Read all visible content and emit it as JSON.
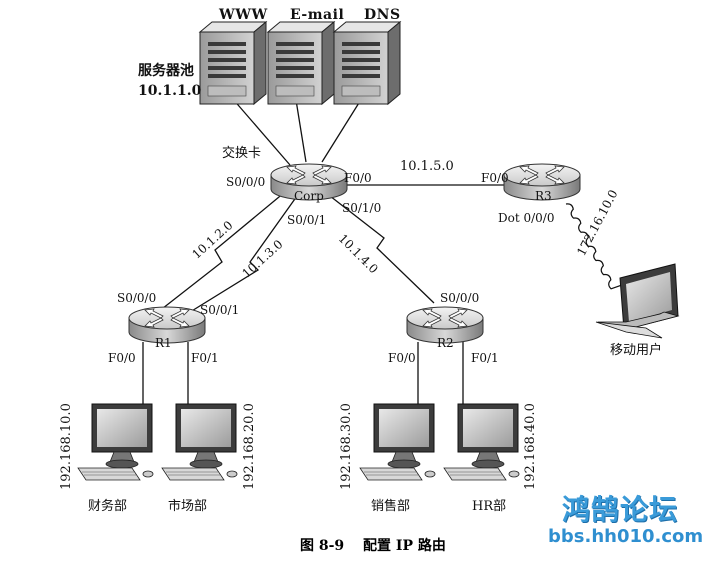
{
  "servers": {
    "names": [
      "WWW",
      "E-mail",
      "DNS"
    ],
    "pool_label": "服务器池",
    "pool_network": "10.1.1.0"
  },
  "switch_label": "交换卡",
  "routers": {
    "corp": {
      "name": "Corp",
      "ports": {
        "s000": "S0/0/0",
        "s001": "S0/0/1",
        "s010": "S0/1/0",
        "f00": "F0/0"
      }
    },
    "r1": {
      "name": "R1",
      "ports": {
        "s000": "S0/0/0",
        "s001": "S0/0/1",
        "f00": "F0/0",
        "f01": "F0/1"
      }
    },
    "r2": {
      "name": "R2",
      "ports": {
        "s000": "S0/0/0",
        "f00": "F0/0",
        "f01": "F0/1"
      }
    },
    "r3": {
      "name": "R3",
      "ports": {
        "f00": "F0/0",
        "dot000": "Dot 0/0/0"
      }
    }
  },
  "links": {
    "corp_r1_a": "10.1.2.0",
    "corp_r1_b": "10.1.3.0",
    "corp_r2": "10.1.4.0",
    "corp_r3": "10.1.5.0",
    "r3_mobile": "172.16.10.0"
  },
  "lans": [
    {
      "network": "192.168.10.0",
      "dept": "财务部"
    },
    {
      "network": "192.168.20.0",
      "dept": "市场部"
    },
    {
      "network": "192.168.30.0",
      "dept": "销售部"
    },
    {
      "network": "192.168.40.0",
      "dept": "HR部"
    }
  ],
  "mobile_user": "移动用户",
  "caption": {
    "figure": "图 8-9",
    "title": "配置 IP 路由"
  },
  "watermark": {
    "title": "鸿鹄论坛",
    "url": "bbs.hh010.com"
  }
}
